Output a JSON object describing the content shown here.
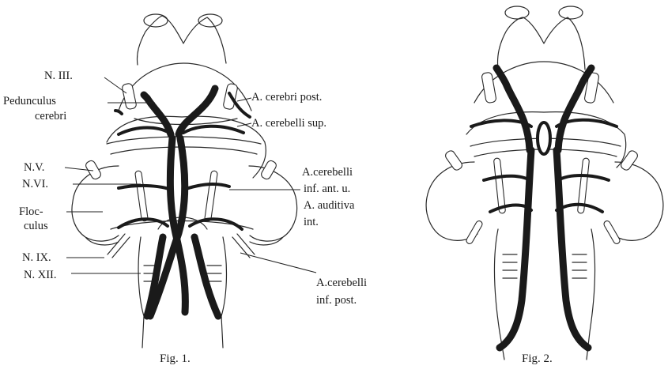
{
  "figure1": {
    "caption": "Fig. 1.",
    "labels": {
      "n3": "N. III.",
      "pedunculus_1": "Pedunculus",
      "pedunculus_2": "cerebri",
      "n5": "N.V.",
      "n6": "N.VI.",
      "flocculus_1": "Floc-",
      "flocculus_2": "culus",
      "n9": "N. IX.",
      "n12": "N. XII.",
      "cerebri_post": "A. cerebri post.",
      "cerebelli_sup": "A. cerebelli sup.",
      "aica_1": "A.cerebelli",
      "aica_2": "inf. ant. u.",
      "aica_3": "A. auditiva",
      "aica_4": "int.",
      "pica_1": "A.cerebelli",
      "pica_2": "inf. post."
    }
  },
  "figure2": {
    "caption": "Fig. 2."
  }
}
